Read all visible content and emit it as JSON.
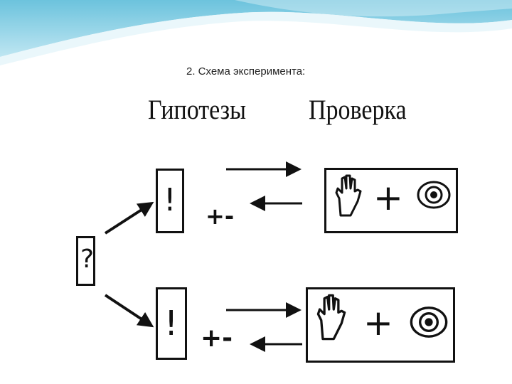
{
  "title": "2. Схема эксперимента:",
  "headers": {
    "hypotheses": "Гипотезы",
    "verification": "Проверка"
  },
  "question_symbol": "?",
  "hypothesis_symbol": "!",
  "result_symbol": "+-",
  "plus_symbol": "+",
  "icons": [
    "hand-icon",
    "eye-icon"
  ],
  "colors": {
    "banner_top": "#8fd2e6",
    "banner_light": "#e8f6fb",
    "ink": "#111111"
  }
}
